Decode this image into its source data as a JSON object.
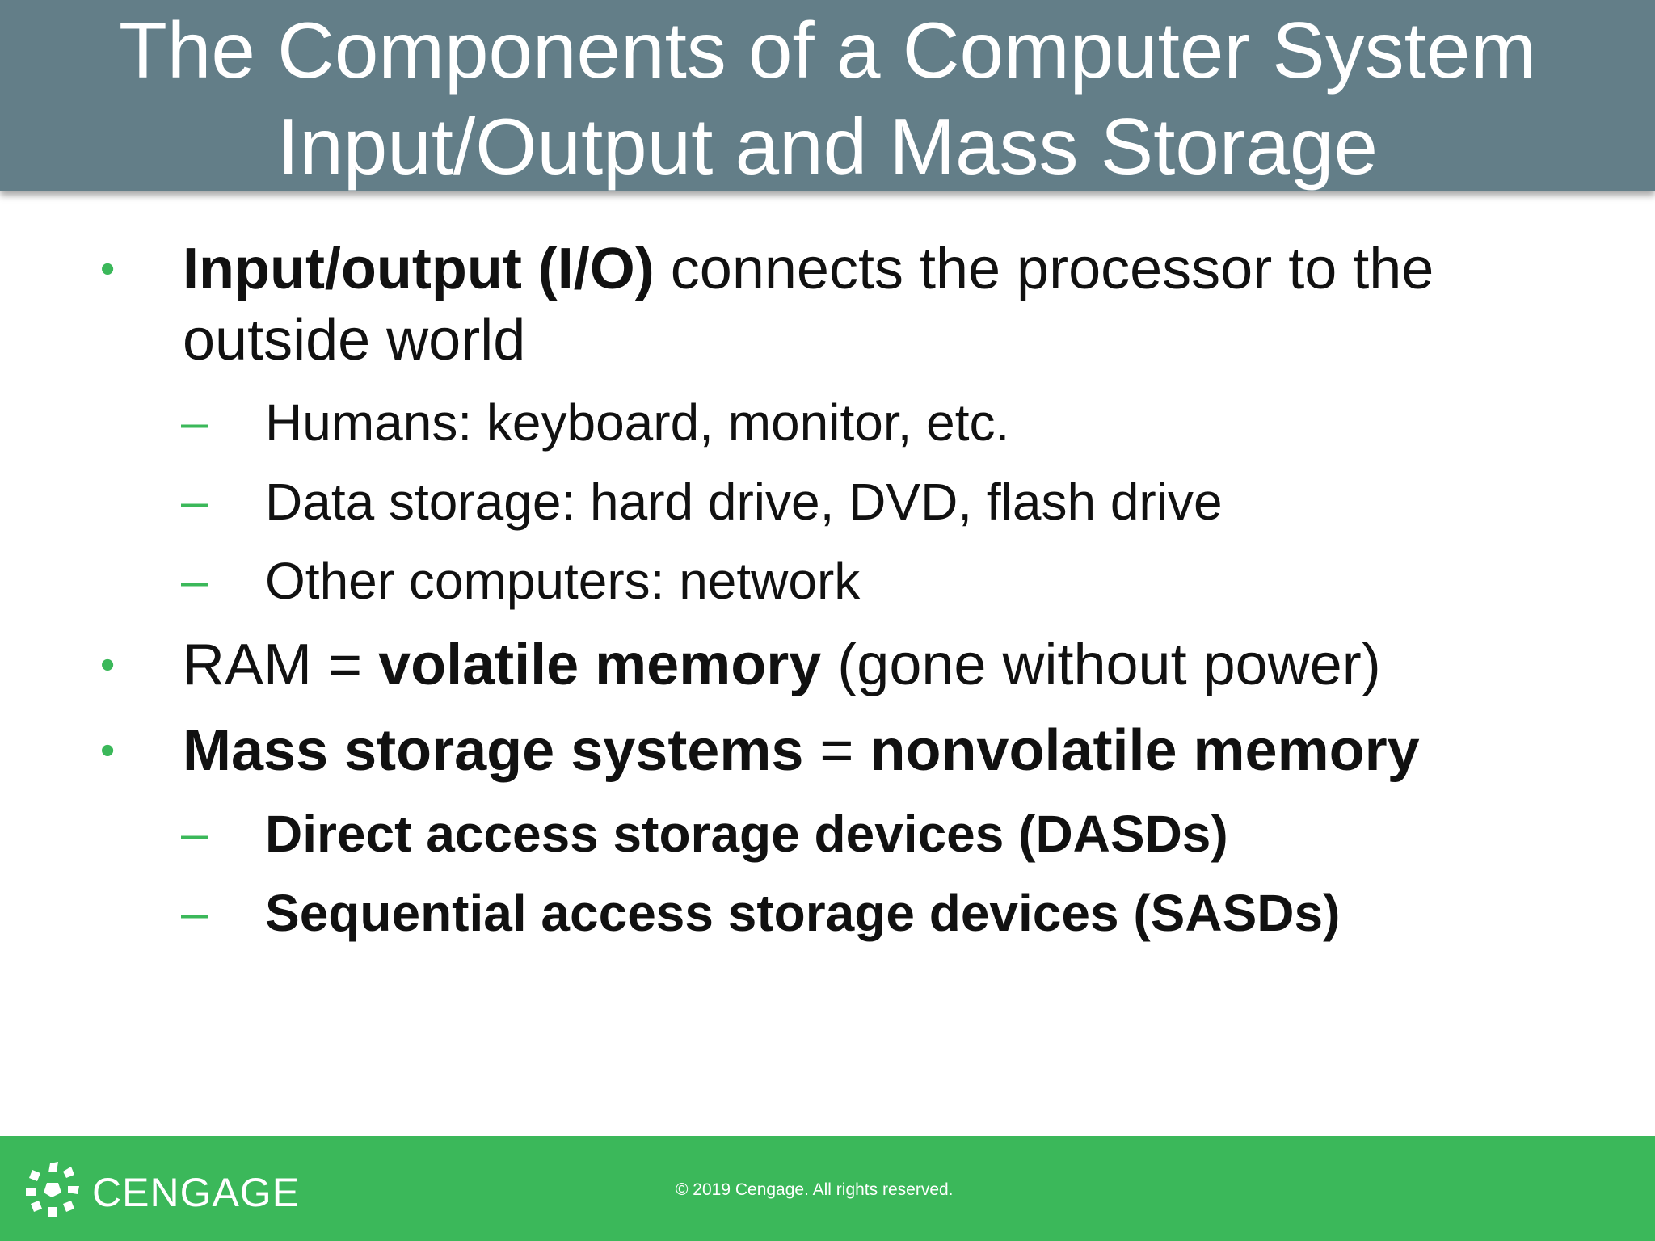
{
  "slide": {
    "title_line1": "The Components of a Computer System",
    "title_line2": "Input/Output and Mass Storage"
  },
  "bullets": {
    "b1": {
      "bold": "Input/output (I/O)",
      "rest_line1": " connects the processor to the",
      "rest_line2": "outside world",
      "subs": [
        "Humans: keyboard, monitor, etc.",
        "Data storage: hard drive, DVD, flash drive",
        "Other computers: network"
      ]
    },
    "b2": {
      "plain1": "RAM = ",
      "bold": "volatile memory",
      "plain2": " (gone without power)"
    },
    "b3": {
      "bold1": "Mass storage systems",
      "plain": " = ",
      "bold2": "nonvolatile memory",
      "subs": [
        "Direct access storage devices (DASDs)",
        "Sequential access storage devices (SASDs)"
      ]
    },
    "bullet_glyph": "•",
    "dash_glyph": "–"
  },
  "footer": {
    "brand": "CENGAGE",
    "copyright": "© 2019 Cengage. All rights reserved."
  },
  "colors": {
    "title_bar": "#637e88",
    "accent_green": "#3bb85a",
    "text": "#111111"
  }
}
